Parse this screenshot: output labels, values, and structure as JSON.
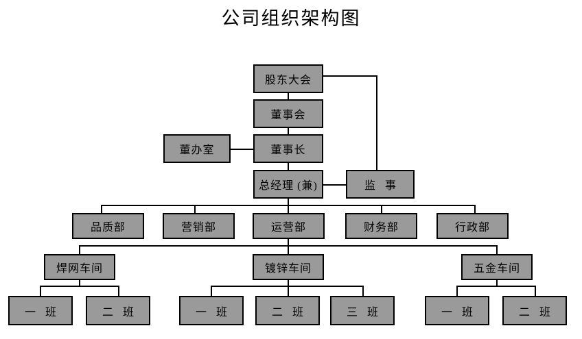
{
  "title": "公司组织架构图",
  "colors": {
    "box_fill": "#9a9a9a",
    "box_border": "#000000",
    "connector": "#000000",
    "background": "#ffffff",
    "text": "#000000"
  },
  "chart_data": {
    "type": "diagram",
    "diagram_kind": "organizational-chart",
    "title": "公司组织架构图",
    "levels": [
      {
        "level": 0,
        "nodes": [
          "股东大会"
        ]
      },
      {
        "level": 1,
        "nodes": [
          "董事会"
        ]
      },
      {
        "level": 2,
        "nodes": [
          "董办室",
          "董事长"
        ]
      },
      {
        "level": 3,
        "nodes": [
          "总经理 (兼)",
          "监 事"
        ]
      },
      {
        "level": 4,
        "nodes": [
          "品质部",
          "营销部",
          "运营部",
          "财务部",
          "行政部"
        ]
      },
      {
        "level": 5,
        "nodes": [
          "焊网车间",
          "镀锌车间",
          "五金车间"
        ]
      },
      {
        "level": 6,
        "nodes": [
          "一 班",
          "二 班",
          "一 班",
          "二 班",
          "三 班",
          "一 班",
          "二 班"
        ]
      }
    ],
    "edges": [
      {
        "from": "股东大会",
        "to": "董事会"
      },
      {
        "from": "股东大会",
        "to": "监 事"
      },
      {
        "from": "董事会",
        "to": "董事长"
      },
      {
        "from": "董事长",
        "to": "董办室"
      },
      {
        "from": "董事长",
        "to": "总经理 (兼)"
      },
      {
        "from": "总经理 (兼)",
        "to": "监 事"
      },
      {
        "from": "总经理 (兼)",
        "to": "品质部"
      },
      {
        "from": "总经理 (兼)",
        "to": "营销部"
      },
      {
        "from": "总经理 (兼)",
        "to": "运营部"
      },
      {
        "from": "总经理 (兼)",
        "to": "财务部"
      },
      {
        "from": "总经理 (兼)",
        "to": "行政部"
      },
      {
        "from": "运营部",
        "to": "焊网车间"
      },
      {
        "from": "运营部",
        "to": "镀锌车间"
      },
      {
        "from": "运营部",
        "to": "五金车间"
      },
      {
        "from": "焊网车间",
        "to": "一 班"
      },
      {
        "from": "焊网车间",
        "to": "二 班"
      },
      {
        "from": "镀锌车间",
        "to": "一 班"
      },
      {
        "from": "镀锌车间",
        "to": "二 班"
      },
      {
        "from": "镀锌车间",
        "to": "三 班"
      },
      {
        "from": "五金车间",
        "to": "一 班"
      },
      {
        "from": "五金车间",
        "to": "二 班"
      }
    ]
  },
  "nodes": {
    "shareholders_meeting": "股东大会",
    "board_of_directors": "董事会",
    "board_office": "董办室",
    "chairman": "董事长",
    "general_manager": "总经理 (兼)",
    "supervisor": "监 事",
    "quality_dept": "品质部",
    "marketing_dept": "营销部",
    "operations_dept": "运营部",
    "finance_dept": "财务部",
    "admin_dept": "行政部",
    "welding_workshop": "焊网车间",
    "galvanizing_workshop": "镀锌车间",
    "hardware_workshop": "五金车间",
    "welding_shift_1": "一 班",
    "welding_shift_2": "二 班",
    "galv_shift_1": "一 班",
    "galv_shift_2": "二 班",
    "galv_shift_3": "三 班",
    "hardware_shift_1": "一 班",
    "hardware_shift_2": "二 班"
  }
}
